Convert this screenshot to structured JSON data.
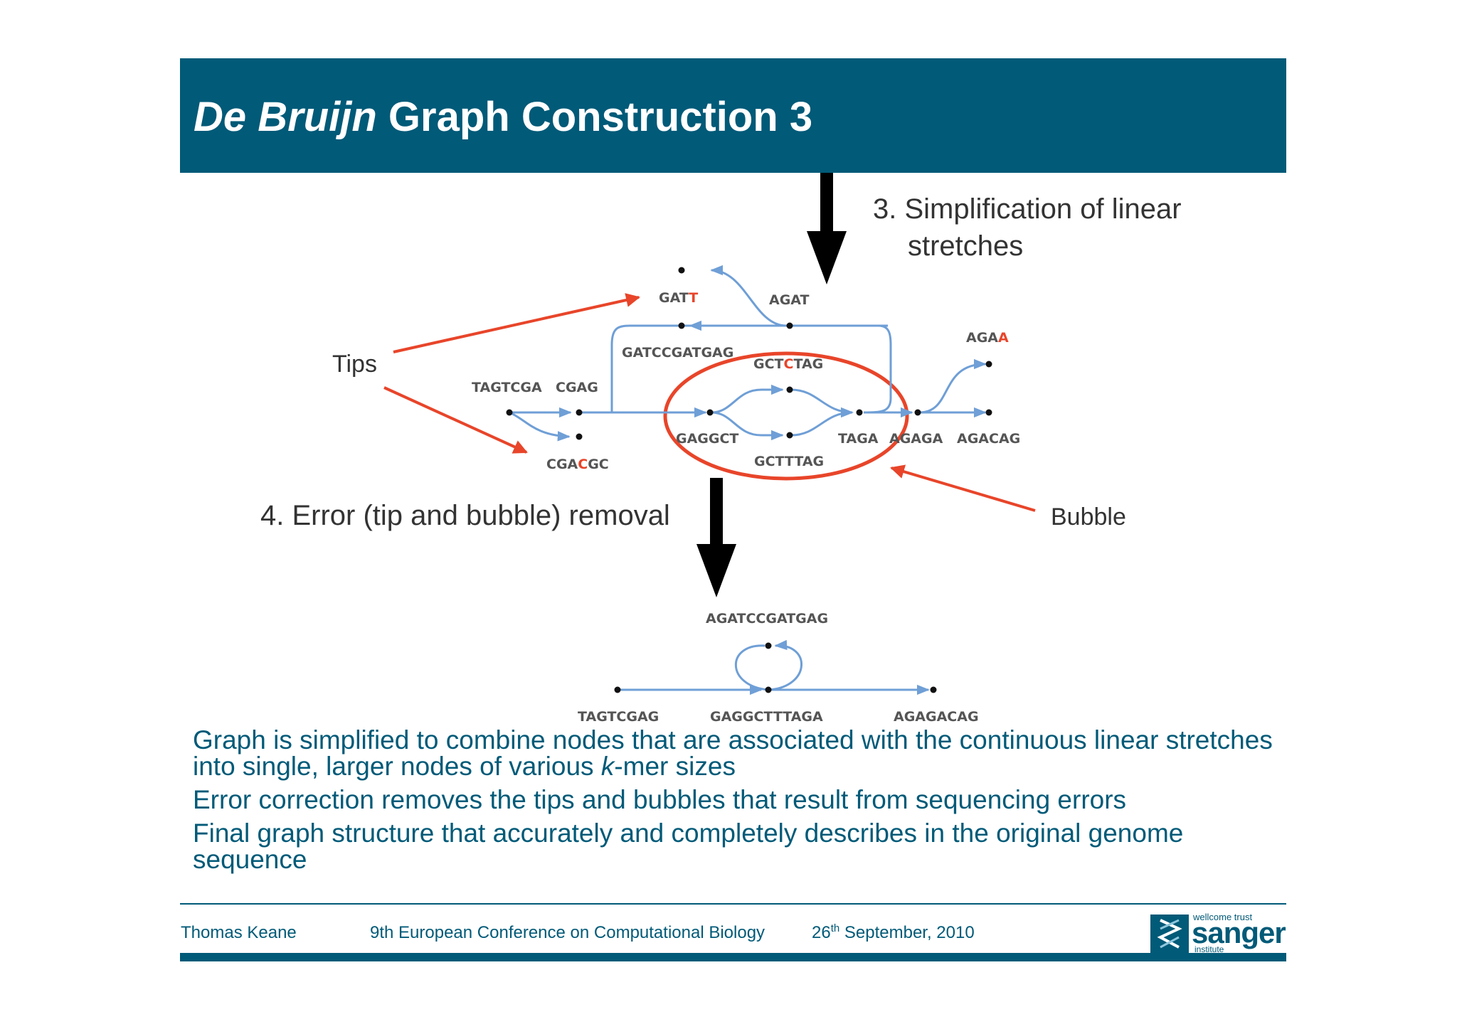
{
  "slide": {
    "title_italic": "De Bruijn",
    "title_rest": " Graph Construction 3"
  },
  "diagram": {
    "step3_line1": "3. Simplification of linear",
    "step3_line2": "stretches",
    "step4": "4. Error (tip and bubble) removal",
    "tips_label": "Tips",
    "bubble_label": "Bubble",
    "nodes": {
      "gatt_base": "GAT",
      "gatt_err": "T",
      "agat": "AGAT",
      "gatccgatgag": "GATCCGATGAG",
      "gctctag_a": "GCT",
      "gctctag_err": "C",
      "gctctag_b": "TAG",
      "agaa_base": "AGA",
      "agaa_err": "A",
      "tagtcga": "TAGTCGA",
      "cgag": "CGAG",
      "gaggct": "GAGGCT",
      "taga": "TAGA",
      "agaga": "AGAGA",
      "agacag": "AGACAG",
      "cgacgc_a": "CGA",
      "cgacgc_err": "C",
      "cgacgc_b": "GC",
      "gctttag": "GCTTTAG",
      "agatccgatgag": "AGATCCGATGAG",
      "tagtcgag": "TAGTCGAG",
      "gaggctttaga": "GAGGCTTTAGA",
      "agagacag": "AGAGACAG"
    }
  },
  "bullets": {
    "b1_part1": "Graph is simplified to combine nodes that are associated with the continuous linear stretches into single, larger nodes of various ",
    "b1_k": "k",
    "b1_part2": "-mer sizes",
    "b2": "Error correction removes the tips and bubbles that result from sequencing errors",
    "b3": "Final graph structure that accurately and completely describes in the original genome sequence"
  },
  "footer": {
    "author": "Thomas Keane",
    "conference": "9th European Conference on Computational Biology",
    "date_day": "26",
    "date_sup": "th",
    "date_rest": " September, 2010",
    "logo_top": "wellcome trust",
    "logo_main": "sanger",
    "logo_bottom": "institute"
  },
  "colors": {
    "header_bg": "#005a78",
    "text_blue": "#005a78",
    "edge_blue": "#6f9fd6",
    "error_red": "#e8452a"
  }
}
